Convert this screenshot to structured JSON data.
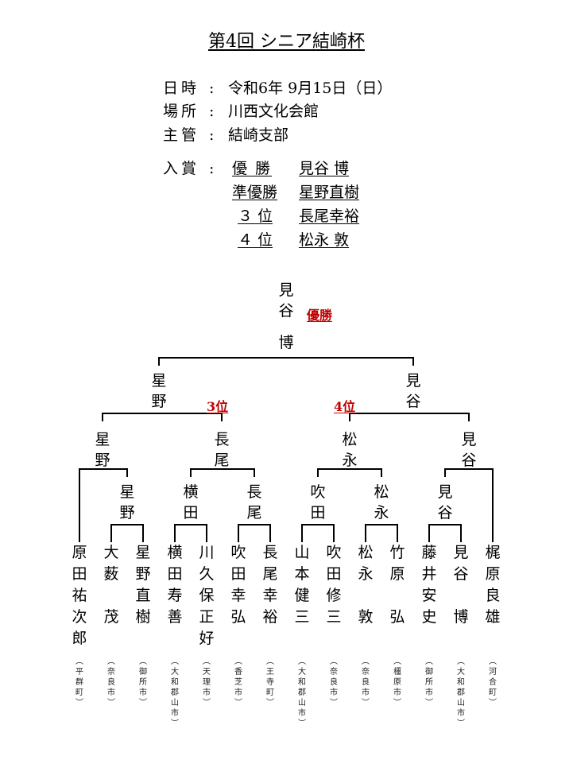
{
  "title": "第4回 シニア結崎杯",
  "info": {
    "date_label": "日時",
    "date_value": "令和6年 9月15日（日）",
    "place_label": "場所",
    "place_value": "川西文化会館",
    "host_label": "主管",
    "host_value": "結崎支部"
  },
  "prizes": {
    "label": "入賞",
    "rows": [
      {
        "rank": "優 勝",
        "name": "見谷 博"
      },
      {
        "rank": "準優勝",
        "name": "星野直樹"
      },
      {
        "rank": "３ 位",
        "name": "長尾幸裕"
      },
      {
        "rank": "４ 位",
        "name": "松永 敦"
      }
    ]
  },
  "bracket": {
    "champion": "見谷博",
    "champion_label": "優勝",
    "third_label": "3位",
    "fourth_label": "4位",
    "semi_left": "星野",
    "semi_right": "見谷",
    "quarter": [
      "星野",
      "長尾",
      "松永",
      "見谷"
    ],
    "round2": [
      "星野",
      "横田",
      "長尾",
      "吹田",
      "松永",
      "見谷"
    ]
  },
  "players": [
    {
      "name": "原田祐次郎",
      "area": "（平群町）"
    },
    {
      "name": "大薮　茂",
      "area": "（奈良市）"
    },
    {
      "name": "星野直樹",
      "area": "（御所市）"
    },
    {
      "name": "横田寿善",
      "area": "（大和郡山市）"
    },
    {
      "name": "川久保正好",
      "area": "（天理市）"
    },
    {
      "name": "吹田幸弘",
      "area": "（香芝市）"
    },
    {
      "name": "長尾幸裕",
      "area": "（王寺町）"
    },
    {
      "name": "山本健三",
      "area": "（大和郡山市）"
    },
    {
      "name": "吹田修三",
      "area": "（奈良市）"
    },
    {
      "name": "松永　敦",
      "area": "（奈良市）"
    },
    {
      "name": "竹原　弘",
      "area": "（橿原市）"
    },
    {
      "name": "藤井安史",
      "area": "（御所市）"
    },
    {
      "name": "見谷　博",
      "area": "（大和郡山市）"
    },
    {
      "name": "梶原良雄",
      "area": "（河合町）"
    }
  ]
}
